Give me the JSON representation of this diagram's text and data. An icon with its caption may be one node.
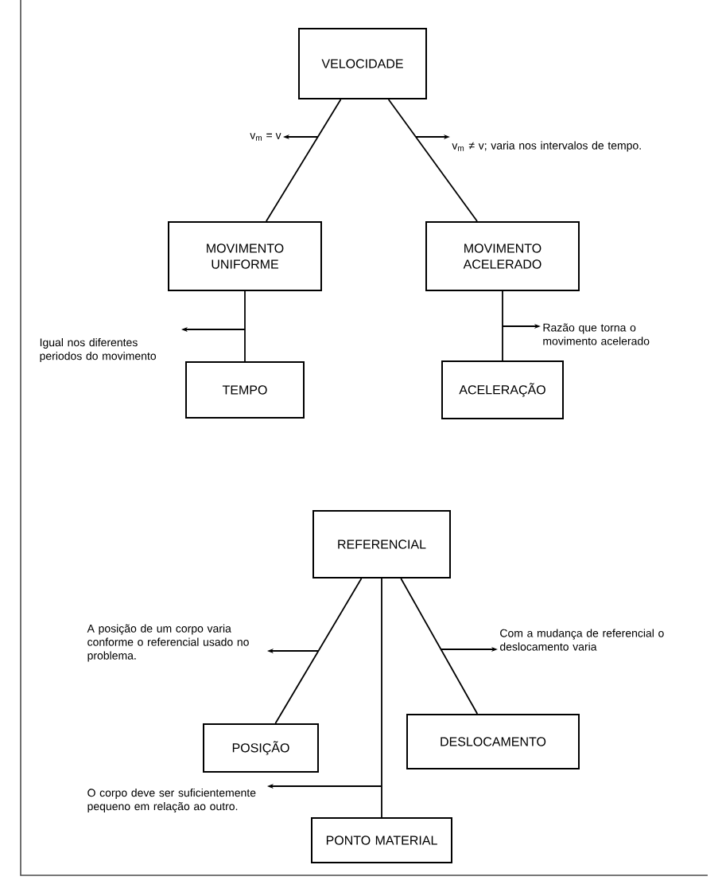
{
  "diagram": {
    "nodes": [
      {
        "text": [
          "VELOCIDADE"
        ]
      },
      {
        "text": [
          "MOVIMENTO UNIFORME"
        ]
      },
      {
        "text": [
          "MOVIMENTO ACELERADO"
        ]
      },
      {
        "text": [
          "TEMPO"
        ]
      },
      {
        "text": [
          "ACELERAÇÃO"
        ]
      },
      {
        "text": [
          "REFERENCIAL"
        ]
      },
      {
        "text": [
          "POSIÇÃO"
        ]
      },
      {
        "text": [
          "DESLOCAMENTO"
        ]
      },
      {
        "text": [
          "PONTO MATERIAL"
        ]
      },
      {
        "text": [
          "v$_{m}$ = v"
        ]
      },
      {
        "text": [
          "v$_{m}$ ≠ v; varia nos intervalos de tempo."
        ]
      },
      {
        "text": [
          "Igual nos diferentes periodos do movimento"
        ]
      },
      {
        "text": [
          "Razão que torna o movimento acelerado"
        ]
      },
      {
        "text": [
          "A posição de um corpo varia conforme o referencial usado no problema."
        ]
      },
      {
        "text": [
          "Com a mudança de referencial o deslocamento varia"
        ]
      },
      {
        "text": [
          "O corpo deve ser suficientemente pequeno em relação ao outro."
        ]
      }
    ],
    "edges": [
      {
        "from": 0,
        "to": 1,
        "arrow": "none"
      },
      {
        "from": 0,
        "to": 2,
        "arrow": "none"
      },
      {
        "from": 1,
        "to": 3,
        "arrow": "none"
      },
      {
        "from": 2,
        "to": 4,
        "arrow": "none"
      },
      {
        "from": 5,
        "to": 6,
        "arrow": "none"
      },
      {
        "from": 5,
        "to": 7,
        "arrow": "none"
      },
      {
        "from": 5,
        "to": 8,
        "arrow": "none"
      },
      {
        "from": null,
        "to": 9,
        "arrow": "to"
      },
      {
        "from": null,
        "to": 10,
        "arrow": "to"
      },
      {
        "from": null,
        "to": 11,
        "arrow": "to"
      },
      {
        "from": null,
        "to": 12,
        "arrow": "to"
      },
      {
        "from": null,
        "to": 13,
        "arrow": "to"
      },
      {
        "from": null,
        "to": 14,
        "arrow": "to"
      },
      {
        "from": null,
        "to": 15,
        "arrow": "to"
      }
    ]
  }
}
